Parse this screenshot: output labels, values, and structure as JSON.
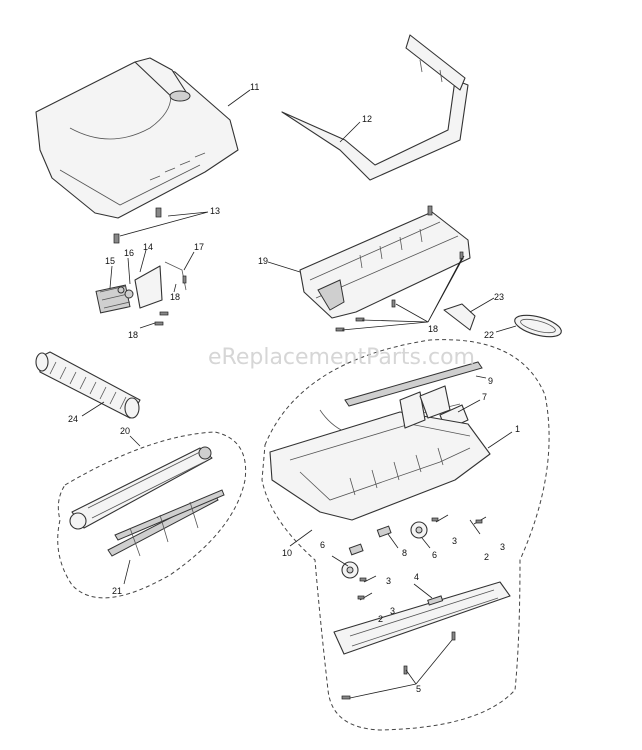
{
  "watermark": "eReplacementParts.com",
  "labels": [
    "1",
    "2",
    "2",
    "3",
    "3",
    "3",
    "3",
    "4",
    "5",
    "6",
    "6",
    "7",
    "8",
    "9",
    "10",
    "11",
    "12",
    "13",
    "14",
    "15",
    "16",
    "17",
    "18",
    "18",
    "18",
    "19",
    "20",
    "21",
    "22",
    "23",
    "24"
  ]
}
